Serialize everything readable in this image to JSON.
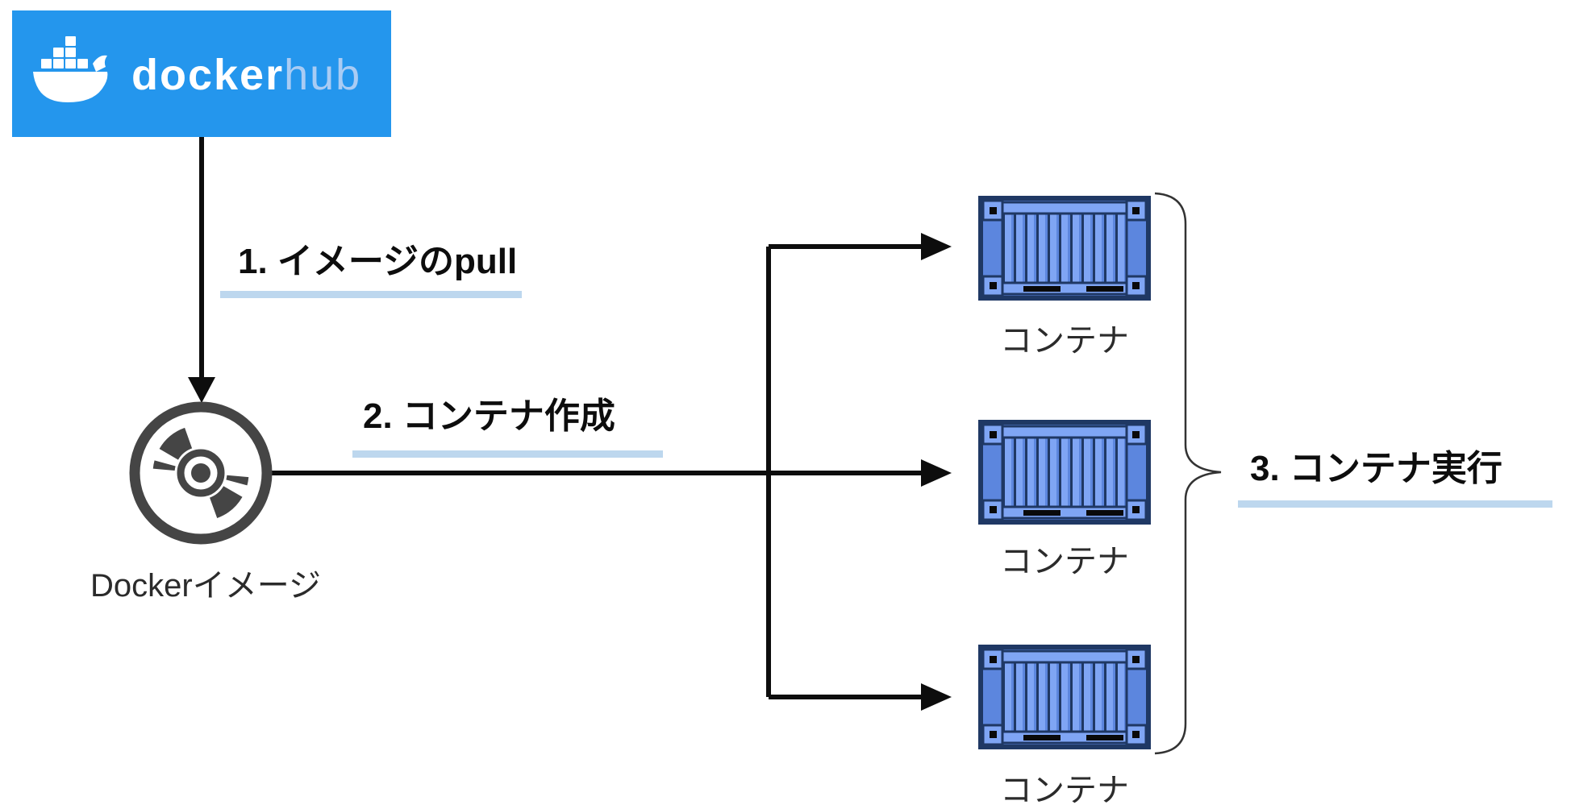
{
  "diagram": {
    "logo": {
      "docker_text": "docker",
      "hub_text": "hub"
    },
    "steps": [
      {
        "label": "1. イメージのpull"
      },
      {
        "label": "2. コンテナ作成"
      },
      {
        "label": "3. コンテナ実行"
      }
    ],
    "image_label": "Dockerイメージ",
    "containers": [
      {
        "label": "コンテナ"
      },
      {
        "label": "コンテナ"
      },
      {
        "label": "コンテナ"
      }
    ],
    "colors": {
      "logo_background": "#2496ED",
      "hub_text_color": "#A9CCF4",
      "step_underline": "#BDD7EE",
      "arrow_black": "#0d0d0d",
      "disc_gray": "#454545",
      "container_outline_navy": "#1F3864",
      "container_mid_blue": "#5C86DE",
      "container_light_blue": "#7FA5F4",
      "brace_gray": "#333333"
    }
  }
}
